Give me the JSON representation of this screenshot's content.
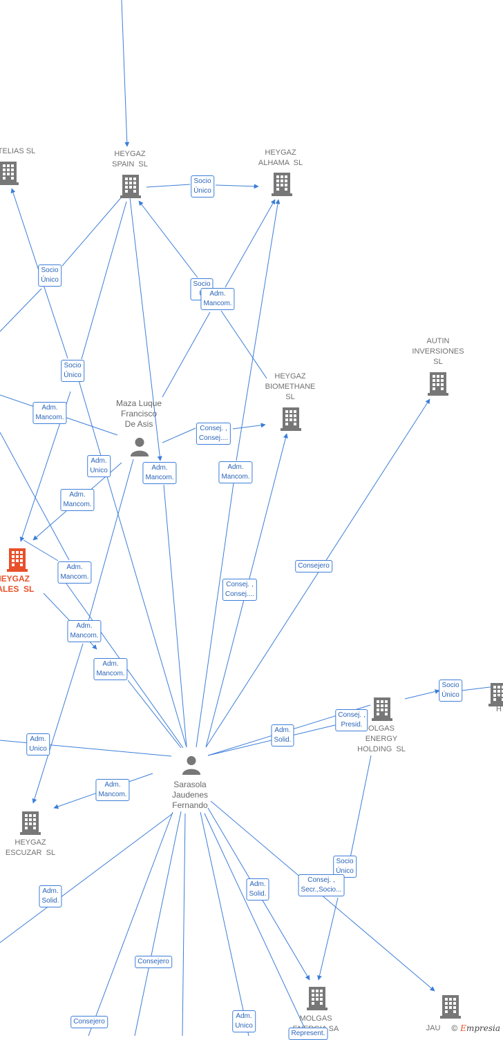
{
  "colors": {
    "edge": "#3b7dd8",
    "building": "#777777",
    "building_main": "#e8502a",
    "person": "#777777"
  },
  "nodes": [
    {
      "id": "castelias",
      "label": "TELIAS SL",
      "type": "company"
    },
    {
      "id": "spain",
      "label": "HEYGAZ\nSPAIN  SL",
      "type": "company"
    },
    {
      "id": "alhama",
      "label": "HEYGAZ\nALHAMA  SL",
      "type": "company"
    },
    {
      "id": "biomethane",
      "label": "HEYGAZ\nBIOMETHANE\nSL",
      "type": "company"
    },
    {
      "id": "autin",
      "label": "AUTIN\nINVERSIONES\nSL",
      "type": "company"
    },
    {
      "id": "rales",
      "label": "HEYGAZ\nRALES  SL",
      "type": "company_main"
    },
    {
      "id": "escuzar",
      "label": "HEYGAZ\nESCUZAR  SL",
      "type": "company"
    },
    {
      "id": "molgas_holding",
      "label": "OLGAS\nENERGY\nHOLDING  SL",
      "type": "company"
    },
    {
      "id": "molgas_sa",
      "label": "MOLGAS\nENERGIA SA",
      "type": "company"
    },
    {
      "id": "jaudenes",
      "label": "JAU",
      "type": "company"
    },
    {
      "id": "gh",
      "label": "G\nH",
      "type": "company"
    },
    {
      "id": "maza",
      "label": "Maza Luque\nFrancisco\nDe Asis",
      "type": "person"
    },
    {
      "id": "sarasola",
      "label": "Sarasola\nJaudenes\nFernando",
      "type": "person"
    }
  ],
  "edge_labels": [
    {
      "id": "e1",
      "text": "Socio\nÚnico"
    },
    {
      "id": "e2",
      "text": "Socio\nÚnico"
    },
    {
      "id": "e3",
      "text": "Socio\nÚ"
    },
    {
      "id": "e4",
      "text": "Adm.\nMancom."
    },
    {
      "id": "e5",
      "text": "Socio\nÚnico"
    },
    {
      "id": "e6",
      "text": "Adm.\nMancom."
    },
    {
      "id": "e7",
      "text": "Consej. ,\nConsej...."
    },
    {
      "id": "e8",
      "text": "Adm.\nUnico"
    },
    {
      "id": "e9",
      "text": "Adm.\nMancom."
    },
    {
      "id": "e10",
      "text": "Adm.\nMancom."
    },
    {
      "id": "e11",
      "text": "Adm.\nMancom."
    },
    {
      "id": "e12",
      "text": "Consejero"
    },
    {
      "id": "e13",
      "text": "Adm.\nMancom."
    },
    {
      "id": "e14",
      "text": "Consej. ,\nConsej...."
    },
    {
      "id": "e15",
      "text": "Adm.\nMancom."
    },
    {
      "id": "e16",
      "text": "Adm.\nMancom."
    },
    {
      "id": "e17",
      "text": "Socio\nÚnico"
    },
    {
      "id": "e18",
      "text": "Consej. ,\nPresid."
    },
    {
      "id": "e19",
      "text": "Adm.\nSolid."
    },
    {
      "id": "e20",
      "text": "Adm.\nUnico"
    },
    {
      "id": "e21",
      "text": "Adm.\nMancom."
    },
    {
      "id": "e22",
      "text": "Adm.\nSolid."
    },
    {
      "id": "e23",
      "text": "Socio\nÚnico"
    },
    {
      "id": "e24",
      "text": "Consej. ,\nSecr.,Socio..."
    },
    {
      "id": "e25",
      "text": "Adm.\nSolid."
    },
    {
      "id": "e26",
      "text": "Consejero"
    },
    {
      "id": "e27",
      "text": "Consejero"
    },
    {
      "id": "e28",
      "text": "Adm.\nUnico"
    },
    {
      "id": "e29",
      "text": "Represent."
    }
  ],
  "footer": {
    "copyright": "©",
    "brand_first": "E",
    "brand_rest": "mpresia"
  }
}
